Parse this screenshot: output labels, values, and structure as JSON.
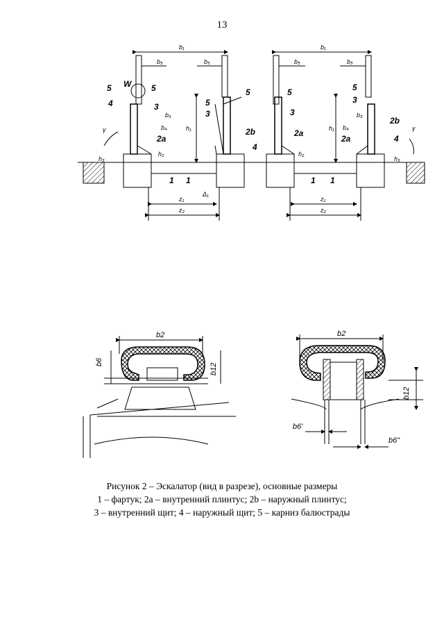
{
  "page": {
    "number": "13"
  },
  "figure": {
    "top": {
      "dims": {
        "b1": "b₁",
        "b5": "b₅",
        "b3": "b₃",
        "b4": "b₄",
        "h1": "h₁",
        "h2": "h₂",
        "h3": "h₃",
        "z1": "z₁",
        "z2": "z₂",
        "delta1": "Δ₁",
        "gamma": "γ",
        "W": "W"
      },
      "parts": {
        "p1": "1",
        "p2a": "2a",
        "p2b": "2b",
        "p3": "3",
        "p4": "4",
        "p5": "5"
      }
    },
    "bottom": {
      "dims": {
        "b2": "b2",
        "b6": "b6",
        "b12": "b12",
        "b6p": "b6'",
        "b6pp": "b6\""
      }
    }
  },
  "caption": {
    "line1": "Рисунок 2 – Эскалатор (вид в разрезе), основные размеры",
    "line2": "1 – фартук; 2a – внутренний плинтус; 2b – наружный плинтус;",
    "line3": "3 – внутренний щит; 4 – наружный щит; 5 – карниз балюстрады"
  }
}
